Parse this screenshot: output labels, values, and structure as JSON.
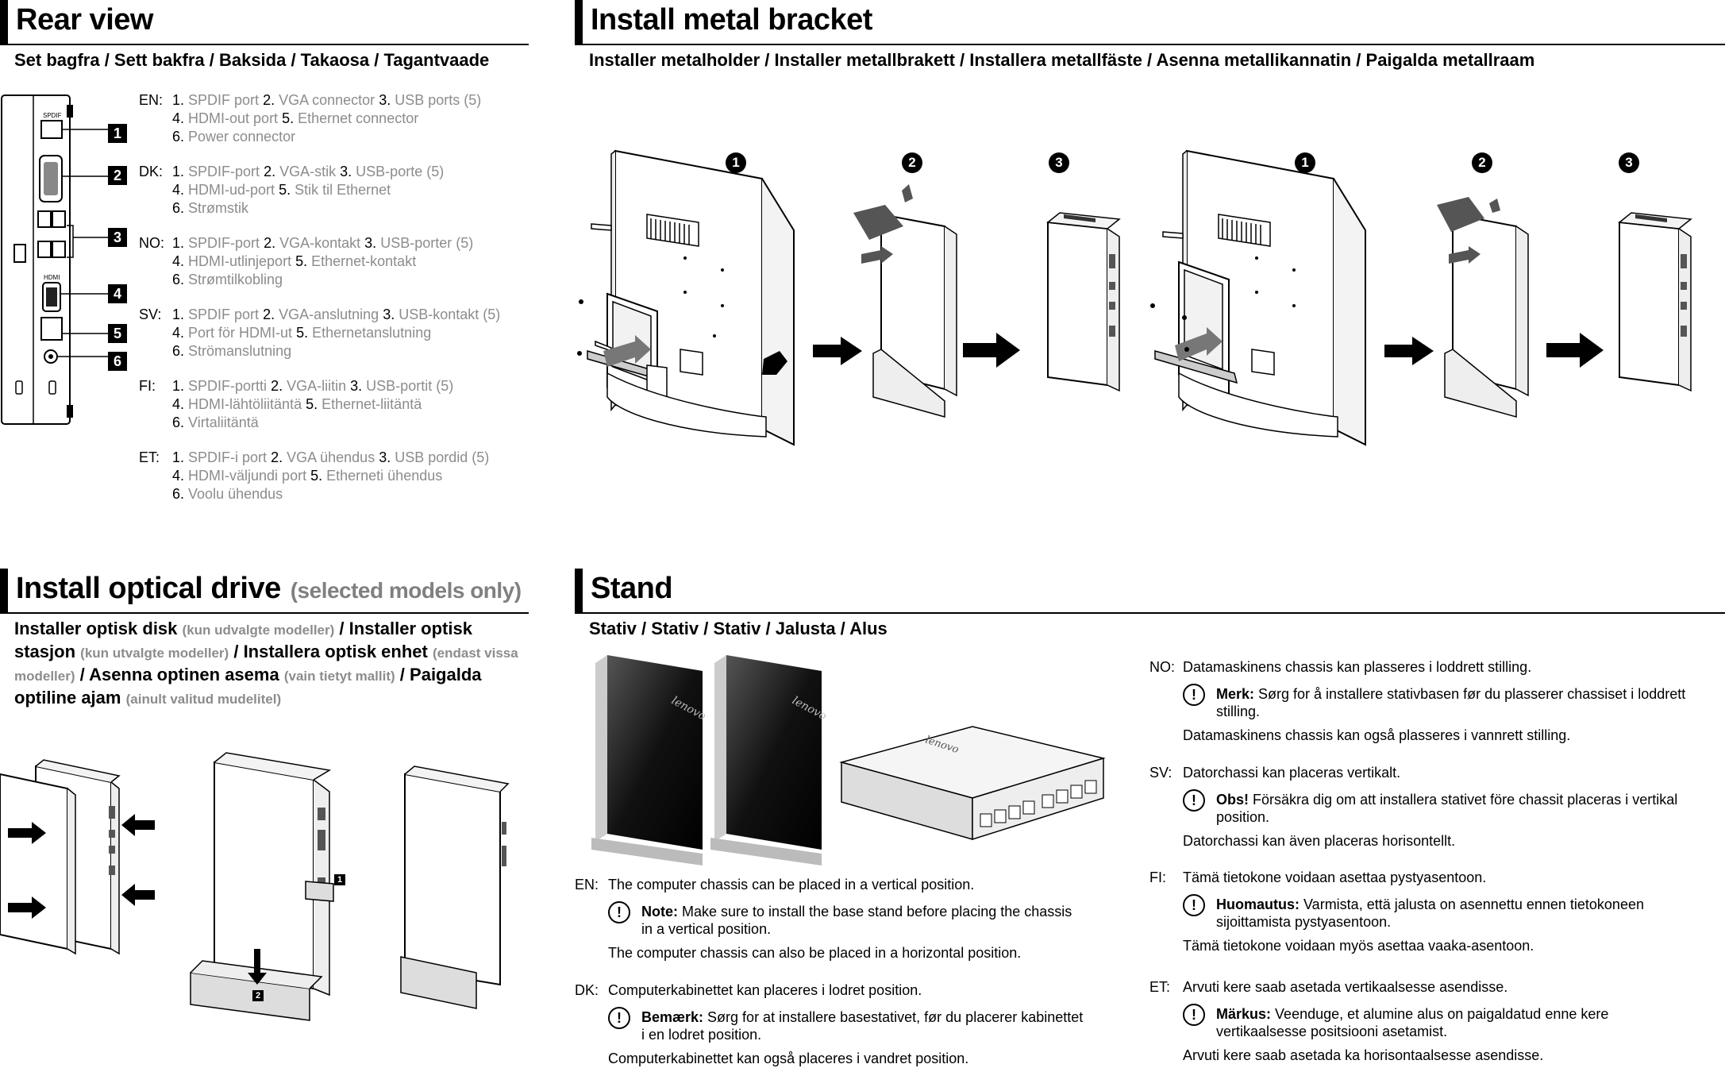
{
  "rear_view": {
    "title": "Rear view",
    "subtitle": "Set bagfra / Sett bakfra / Baksida / Takaosa / Tagantvaade",
    "callouts": [
      "1",
      "2",
      "3",
      "4",
      "5",
      "6"
    ],
    "device_labels": {
      "spdif": "SPDIF",
      "hdmi": "HDMI"
    },
    "languages": [
      {
        "code": "EN:",
        "lines": [
          [
            "1.",
            "SPDIF port",
            "2.",
            "VGA connector",
            "3.",
            "USB ports (5)"
          ],
          [
            "4.",
            "HDMI-out port",
            "5.",
            "Ethernet connector"
          ],
          [
            "6.",
            "Power connector"
          ]
        ]
      },
      {
        "code": "DK:",
        "lines": [
          [
            "1.",
            "SPDIF-port",
            "2.",
            "VGA-stik",
            "3.",
            "USB-porte (5)"
          ],
          [
            "4.",
            "HDMI-ud-port",
            "5.",
            "Stik til Ethernet"
          ],
          [
            "6.",
            "Strømstik"
          ]
        ]
      },
      {
        "code": "NO:",
        "lines": [
          [
            "1.",
            "SPDIF-port",
            "2.",
            "VGA-kontakt",
            "3.",
            "USB-porter (5)"
          ],
          [
            "4.",
            "HDMI-utlinjeport",
            "5.",
            "Ethernet-kontakt"
          ],
          [
            "6.",
            "Strømtilkobling"
          ]
        ]
      },
      {
        "code": "SV:",
        "lines": [
          [
            "1.",
            "SPDIF port",
            "2.",
            "VGA-anslutning",
            "3.",
            "USB-kontakt (5)"
          ],
          [
            "4.",
            "Port för HDMI-ut",
            "5.",
            "Ethernetanslutning"
          ],
          [
            "6.",
            "Strömanslutning"
          ]
        ]
      },
      {
        "code": "FI:",
        "lines": [
          [
            "1.",
            "SPDIF-portti",
            "2.",
            "VGA-liitin",
            "3.",
            "USB-portit (5)"
          ],
          [
            "4.",
            "HDMI-lähtöliitäntä",
            "5.",
            "Ethernet-liitäntä"
          ],
          [
            "6.",
            "Virtaliitäntä"
          ]
        ]
      },
      {
        "code": "ET:",
        "lines": [
          [
            "1.",
            "SPDIF-i port",
            "2.",
            "VGA ühendus",
            "3.",
            "USB pordid (5)"
          ],
          [
            "4.",
            "HDMI-väljundi port",
            "5.",
            "Etherneti ühendus"
          ],
          [
            "6.",
            "Voolu ühendus"
          ]
        ]
      }
    ]
  },
  "bracket": {
    "title": "Install metal bracket",
    "subtitle": "Installer metalholder / Installer metallbrakett / Installera metallfäste / Asenna metallikannatin / Paigalda metallraam",
    "steps": [
      "1",
      "2",
      "3"
    ]
  },
  "optical": {
    "title": "Install optical drive",
    "title_note": "(selected models only)",
    "sub": [
      {
        "text": "Installer optisk disk",
        "note": "(kun udvalgte modeller)"
      },
      {
        "text": "Installer optisk stasjon",
        "note": "(kun utvalgte modeller)"
      },
      {
        "text": "Installera optisk enhet",
        "note": "(endast vissa modeller)"
      },
      {
        "text": "Asenna optinen asema",
        "note": "(vain tietyt mallit)"
      },
      {
        "text": "Paigalda optiline ajam",
        "note": "(ainult valitud mudelitel)"
      }
    ],
    "separator": "/",
    "step_labels": [
      "1",
      "2"
    ]
  },
  "stand": {
    "title": "Stand",
    "subtitle": "Stativ / Stativ / Stativ / Jalusta / Alus",
    "brand": "lenovo",
    "blocks": [
      {
        "code": "EN:",
        "line1": "The computer chassis can be placed in a vertical position.",
        "note_label": "Note:",
        "note_text": "Make sure to install the base stand before placing the chassis in a vertical position.",
        "line2": "The computer chassis can also be placed in a horizontal position."
      },
      {
        "code": "DK:",
        "line1": "Computerkabinettet kan placeres i lodret position.",
        "note_label": "Bemærk:",
        "note_text": "Sørg for at installere basestativet, før du placerer kabinettet i en lodret position.",
        "line2": "Computerkabinettet kan også placeres i vandret position."
      },
      {
        "code": "NO:",
        "line1": "Datamaskinens chassis kan plasseres i loddrett stilling.",
        "note_label": "Merk:",
        "note_text": "Sørg for å installere stativbasen før du plasserer chassiset i loddrett stilling.",
        "line2": "Datamaskinens chassis kan også plasseres i vannrett stilling."
      },
      {
        "code": "SV:",
        "line1": "Datorchassi kan placeras vertikalt.",
        "note_label": "Obs!",
        "note_text": "Försäkra dig om att installera stativet före chassit placeras i vertikal position.",
        "line2": "Datorchassi kan även placeras horisontellt."
      },
      {
        "code": "FI:",
        "line1": "Tämä tietokone voidaan asettaa pystyasentoon.",
        "note_label": "Huomautus:",
        "note_text": "Varmista, että jalusta on asennettu ennen tietokoneen sijoittamista pystyasentoon.",
        "line2": "Tämä tietokone voidaan myös asettaa vaaka-asentoon."
      },
      {
        "code": "ET:",
        "line1": "Arvuti kere saab asetada vertikaalsesse asendisse.",
        "note_label": "Märkus:",
        "note_text": "Veenduge, et alumine alus on paigaldatud enne kere vertikaalsesse positsiooni asetamist.",
        "line2": "Arvuti kere saab asetada ka horisontaalsesse asendisse."
      }
    ],
    "warn_symbol": "!"
  }
}
